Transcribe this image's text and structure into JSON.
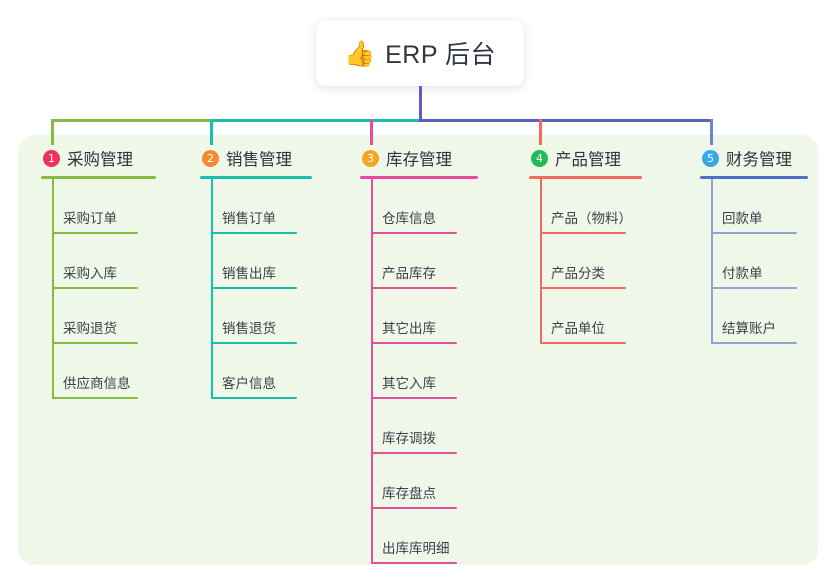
{
  "root": {
    "icon": "thumbs-up-emoji",
    "icon_glyph": "👍",
    "title": "ERP 后台"
  },
  "palette": {
    "page_background": "#ffffff",
    "panel_background": "#eff7e9",
    "text_dark": "#2f333c",
    "root_stem": "#5c5ec4",
    "bus_green": "#85bb41",
    "bus_teal": "#1bbfae",
    "bus_blue": "#5c5ec4"
  },
  "columns": [
    {
      "index": "1",
      "title": "采购管理",
      "badge_color": "#f0325b",
      "rule_color": "#85bb41",
      "line_color": "#85bb41",
      "stem_color": "#85bb41",
      "items": [
        "采购订单",
        "采购入库",
        "采购退货",
        "供应商信息"
      ]
    },
    {
      "index": "2",
      "title": "销售管理",
      "badge_color": "#f58b2e",
      "rule_color": "#1bbfae",
      "line_color": "#1bbfae",
      "stem_color": "#1bbfae",
      "items": [
        "销售订单",
        "销售出库",
        "销售退货",
        "客户信息"
      ]
    },
    {
      "index": "3",
      "title": "库存管理",
      "badge_color": "#f5a623",
      "rule_color": "#e84aa0",
      "line_color": "#e0529b",
      "stem_color": "#e84aa0",
      "items": [
        "仓库信息",
        "产品库存",
        "其它出库",
        "其它入库",
        "库存调拨",
        "库存盘点",
        "出库库明细"
      ]
    },
    {
      "index": "4",
      "title": "产品管理",
      "badge_color": "#22bb55",
      "rule_color": "#f4695f",
      "line_color": "#f4695f",
      "stem_color": "#f4695f",
      "items": [
        "产品（物料）",
        "产品分类",
        "产品单位"
      ]
    },
    {
      "index": "5",
      "title": "财务管理",
      "badge_color": "#3aa8e8",
      "rule_color": "#4f6ec4",
      "line_color": "#8fa3d9",
      "stem_color": "#6f85cf",
      "items": [
        "回款单",
        "付款单",
        "结算账户"
      ]
    }
  ]
}
